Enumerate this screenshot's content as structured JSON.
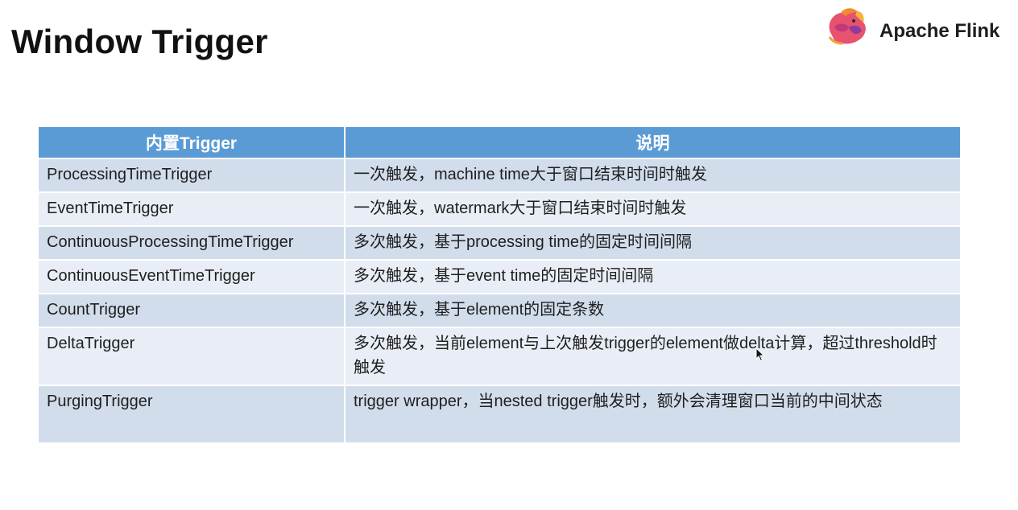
{
  "slide": {
    "title": "Window Trigger",
    "brand": {
      "name": "Apache Flink",
      "logo_icon": "flink-squirrel-logo-icon"
    }
  },
  "table": {
    "headers": [
      "内置Trigger",
      "说明"
    ],
    "rows": [
      {
        "trigger": "ProcessingTimeTrigger",
        "description": "一次触发，machine time大于窗口结束时间时触发"
      },
      {
        "trigger": "EventTimeTrigger",
        "description": "一次触发，watermark大于窗口结束时间时触发"
      },
      {
        "trigger": "ContinuousProcessingTimeTrigger",
        "description": "多次触发，基于processing time的固定时间间隔"
      },
      {
        "trigger": "ContinuousEventTimeTrigger",
        "description": "多次触发，基于event time的固定时间间隔"
      },
      {
        "trigger": "CountTrigger",
        "description": "多次触发，基于element的固定条数"
      },
      {
        "trigger": "DeltaTrigger",
        "description": "多次触发，当前element与上次触发trigger的element做delta计算，超过threshold时触发"
      },
      {
        "trigger": "PurgingTrigger",
        "description": "trigger wrapper，当nested trigger触发时，额外会清理窗口当前的中间状态"
      }
    ]
  },
  "colors": {
    "header_bg": "#5b9bd5",
    "row_dark": "#d2ddec",
    "row_light": "#e9eef6"
  }
}
